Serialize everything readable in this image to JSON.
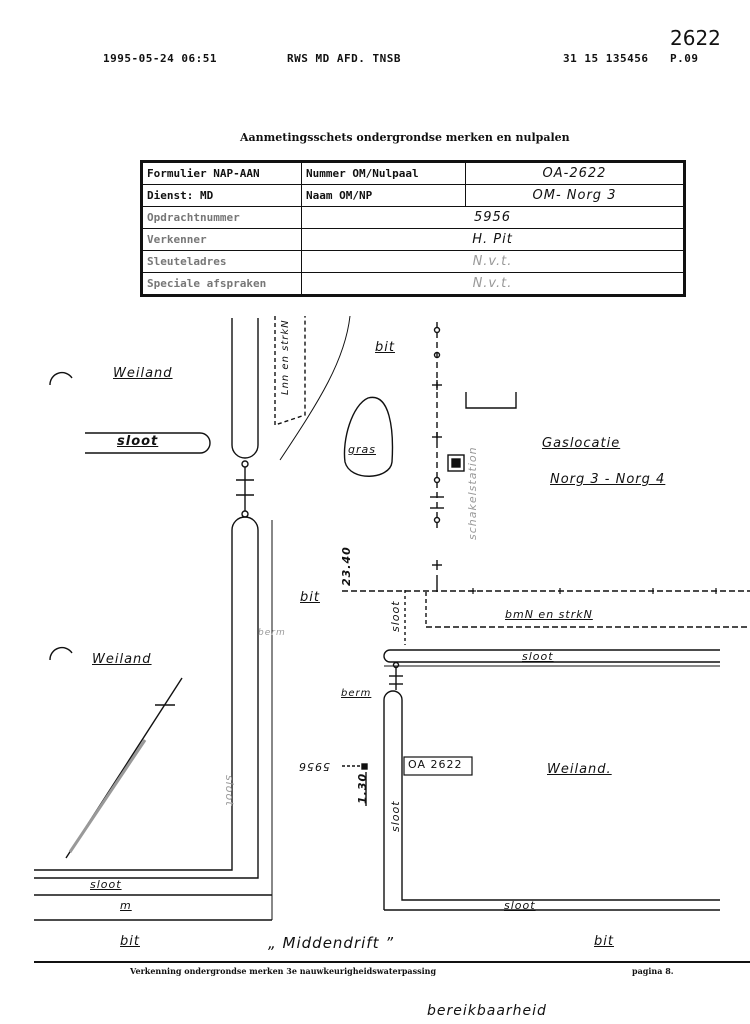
{
  "fax_header": {
    "datetime": "1995-05-24  06:51",
    "sender": "RWS MD AFD. TNSB",
    "phone": "31 15 135456",
    "page": "P.09"
  },
  "handwritten_number": "2622",
  "title": "Aanmetingsschets ondergrondse merken en nulpalen",
  "form": {
    "row1": {
      "label": "Formulier NAP-AAN",
      "label2": "Nummer OM/Nulpaal",
      "value": "OA-2622"
    },
    "row2": {
      "label": "Dienst: MD",
      "label2": "Naam OM/NP",
      "value": "OM- Norg 3"
    },
    "row3": {
      "label": "Opdrachtnummer",
      "value": "5956"
    },
    "row4": {
      "label": "Verkenner",
      "value": "H. Pit"
    },
    "row5": {
      "label": "Sleuteladres",
      "value": "N.v.t."
    },
    "row6": {
      "label": "Speciale afspraken",
      "value": "N.v.t."
    }
  },
  "sketch": {
    "weiland_top": "Weiland",
    "sloot_top": "sloot",
    "leiding_label": "Lnn en strkN",
    "bit_top": "bit",
    "gras": "gras",
    "gaslocatie": "Gaslocatie",
    "norg_range": "Norg 3 - Norg 4",
    "schakelstation": "schakelstation",
    "measure_2340": "23.40",
    "bit_mid": "bit",
    "sloot_mid_vertical": "sloot",
    "bmn_label": "bmN en strkN",
    "sloot_right": "sloot",
    "berm_left": "berm",
    "weiland_left": "Weiland",
    "berm_mid": "berm",
    "sloot_long_vertical": "sloot",
    "rev_number": "5956",
    "measure_130": "1.30",
    "marker_label": "OA 2622",
    "weiland_right": "Weiland.",
    "sloot_vertical_lower": "sloot",
    "sloot_bottom_left": "sloot",
    "m_label": "m",
    "sloot_bottom_right": "sloot",
    "bit_bottom_left": "bit",
    "middendrift": "„ Middendrift ”",
    "bit_bottom_right": "bit"
  },
  "footer": {
    "left": "Verkenning ondergrondse merken 3e nauwkeurigheidswaterpassing",
    "right": "pagina 8."
  },
  "handwritten_bottom": "bereikbaarheid"
}
